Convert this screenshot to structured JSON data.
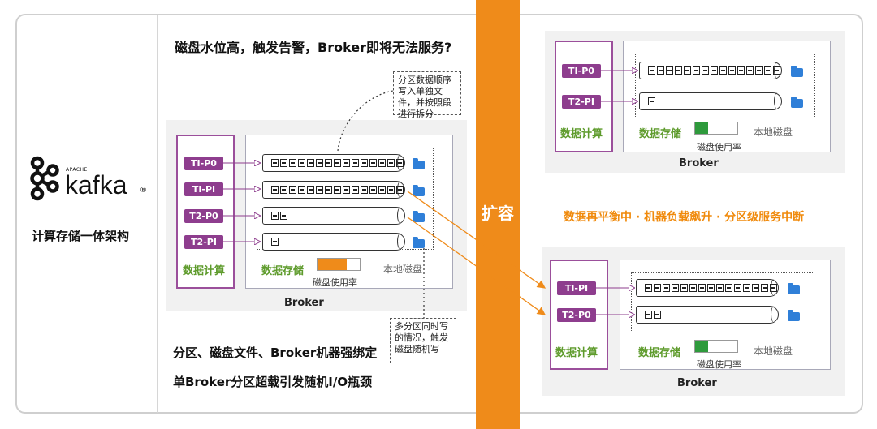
{
  "colors": {
    "accent_orange": "#ef8b1a",
    "compute_purple": "#8e3d8e",
    "storage_green": "#5e9b2c",
    "usage_orange": "#ef8b1a",
    "usage_green": "#2e9a3c",
    "folder_blue": "#2f7fd8"
  },
  "left": {
    "logo_apache": "APACHE",
    "logo_text": "kafka",
    "logo_mark": "®",
    "subtitle": "计算存储一体架构"
  },
  "middle": {
    "top_title": "磁盘水位高，触发告警，Broker即将无法服务?",
    "note_top": "分区数据顺序写入单独文件，并按照段进行拆分",
    "note_bottom": "多分区同时写的情况，触发磁盘随机写",
    "partitions": [
      {
        "label": "TI-P0",
        "cells": 15
      },
      {
        "label": "TI-PI",
        "cells": 15
      },
      {
        "label": "T2-P0",
        "cells": 2
      },
      {
        "label": "T2-PI",
        "cells": 1
      }
    ],
    "compute_label": "数据计算",
    "storage_label": "数据存储",
    "local_disk_label": "本地磁盘",
    "usage_label": "磁盘使用率",
    "usage_fraction": 0.7,
    "broker_label": "Broker",
    "bottom_line1": "分区、磁盘文件、Broker机器强绑定",
    "bottom_line2": "单Broker分区超载引发随机I/O瓶颈"
  },
  "center": {
    "label": "扩容"
  },
  "right": {
    "top_broker": {
      "partitions": [
        {
          "label": "TI-P0",
          "cells": 15
        },
        {
          "label": "T2-PI",
          "cells": 1
        }
      ],
      "compute_label": "数据计算",
      "storage_label": "数据存储",
      "local_disk_label": "本地磁盘",
      "usage_label": "磁盘使用率",
      "usage_fraction": 0.3,
      "broker_label": "Broker"
    },
    "middle_text": "数据再平衡中 · 机器负载飙升 · 分区级服务中断",
    "bottom_broker": {
      "partitions": [
        {
          "label": "TI-PI",
          "cells": 15
        },
        {
          "label": "T2-P0",
          "cells": 2
        }
      ],
      "compute_label": "数据计算",
      "storage_label": "数据存储",
      "local_disk_label": "本地磁盘",
      "usage_label": "磁盘使用率",
      "usage_fraction": 0.3,
      "broker_label": "Broker"
    }
  }
}
